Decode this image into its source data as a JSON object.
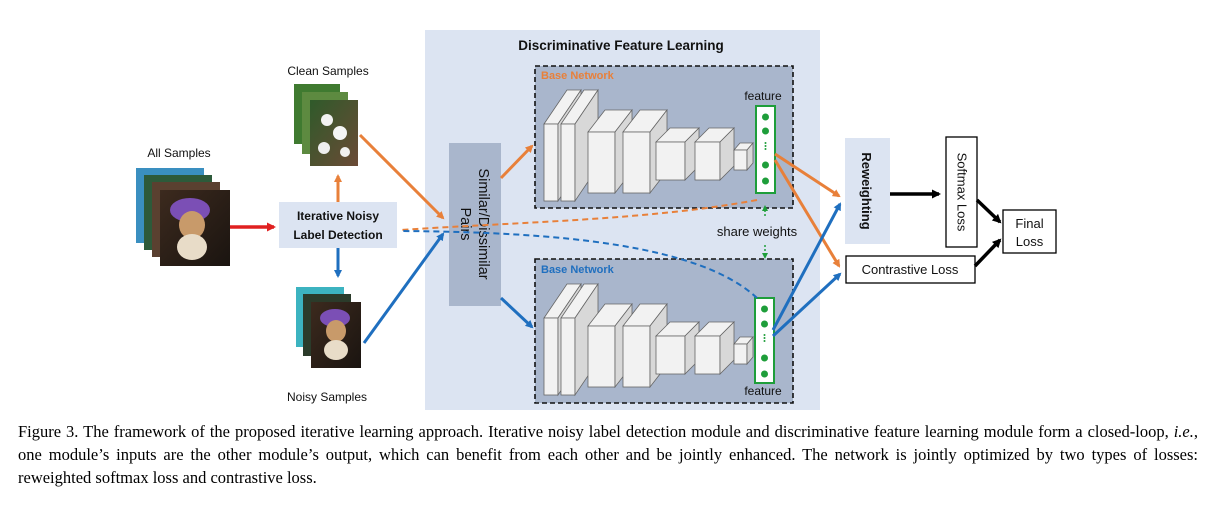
{
  "diagram": {
    "panel_title": "Discriminative Feature Learning",
    "all_samples": "All Samples",
    "clean_samples": "Clean Samples",
    "noisy_samples": "Noisy Samples",
    "detection_line1": "Iterative Noisy",
    "detection_line2": "Label Detection",
    "pairs_line1": "Similar/Dissimilar",
    "pairs_line2": "Pairs",
    "base_network_top": "Base Network",
    "base_network_bottom": "Base Network",
    "feature_top": "feature",
    "feature_bottom": "feature",
    "share_weights": "share weights",
    "reweighting": "Reweighting",
    "softmax_loss": "Softmax Loss",
    "contrastive_loss": "Contrastive Loss",
    "final_loss_line1": "Final",
    "final_loss_line2": "Loss"
  },
  "caption": {
    "part1": "Figure 3. The framework of the proposed iterative learning approach. Iterative noisy label detection module and discriminative feature learning module form a closed-loop, ",
    "ie": "i.e.",
    "part2": ", one module’s inputs are the other module’s output, which can benefit from each other and be jointly enhanced. The network is jointly optimized by two types of losses: reweighted softmax loss and contrastive loss."
  },
  "colors": {
    "orange": "#E8803A",
    "blue": "#1F6FBF",
    "red": "#E02020",
    "green": "#1E9E3A",
    "panel": "#DCE4F2",
    "network": "#A9B6CC"
  }
}
